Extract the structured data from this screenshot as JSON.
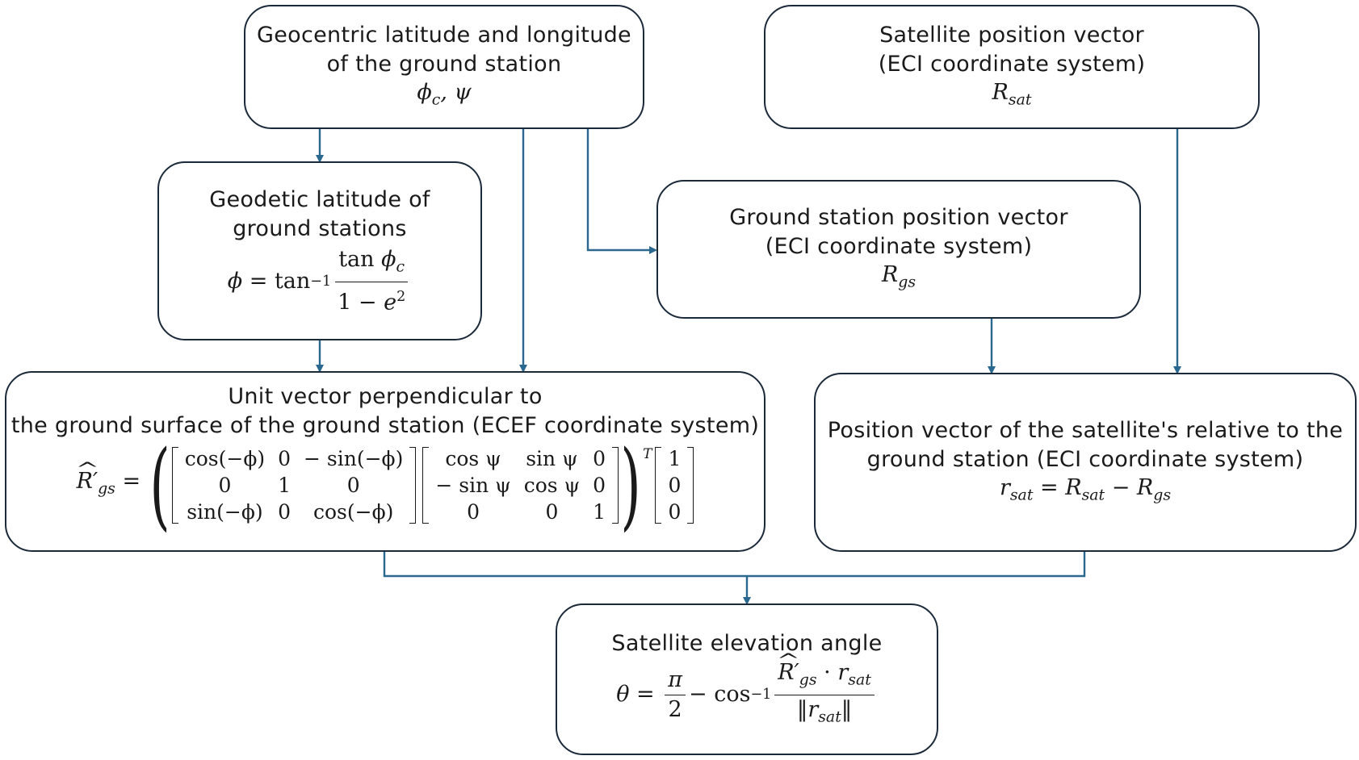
{
  "boxes": {
    "geocentric": {
      "line1": "Geocentric latitude and longitude",
      "line2": "of the ground station",
      "math": "ϕc, ψ"
    },
    "satpos": {
      "line1": "Satellite position vector",
      "line2": "(ECI coordinate system)",
      "math_base": "R",
      "math_sub": "sat"
    },
    "geodetic": {
      "line1": "Geodetic latitude of",
      "line2": "ground stations",
      "eq_lhs": "ϕ = tan",
      "eq_sup": "−1",
      "frac_num": "tan ϕc",
      "frac_den": "1 − e²"
    },
    "gspos": {
      "line1": "Ground station position vector",
      "line2": "(ECI coordinate system)",
      "math_base": "R",
      "math_sub": "gs"
    },
    "unitvec": {
      "line1": "Unit vector perpendicular to",
      "line2": "the ground surface of the ground station (ECEF coordinate system)",
      "lhs_base": "R′",
      "lhs_sub": "gs",
      "m1": [
        [
          "cos(−ϕ)",
          "0",
          "− sin(−ϕ)"
        ],
        [
          "0",
          "1",
          "0"
        ],
        [
          "sin(−ϕ)",
          "0",
          "cos(−ϕ)"
        ]
      ],
      "m2": [
        [
          "cos ψ",
          "sin ψ",
          "0"
        ],
        [
          "− sin ψ",
          "cos ψ",
          "0"
        ],
        [
          "0",
          "0",
          "1"
        ]
      ],
      "transpose": "T",
      "vec": [
        "1",
        "0",
        "0"
      ]
    },
    "relpos": {
      "line1": "Position vector of the satellite's relative to the",
      "line2": "ground station (ECI coordinate system)",
      "math": "rsat = Rsat − Rgs"
    },
    "elevation": {
      "line1": "Satellite elevation angle",
      "eq_lhs": "θ =",
      "pi_num": "π",
      "pi_den": "2",
      "minus_cos": "− cos",
      "sup": "−1",
      "num": "R′gs · rsat",
      "den": "‖rsat‖"
    }
  },
  "colors": {
    "arrow": "#2a6890",
    "border": "#1b2a3a"
  }
}
